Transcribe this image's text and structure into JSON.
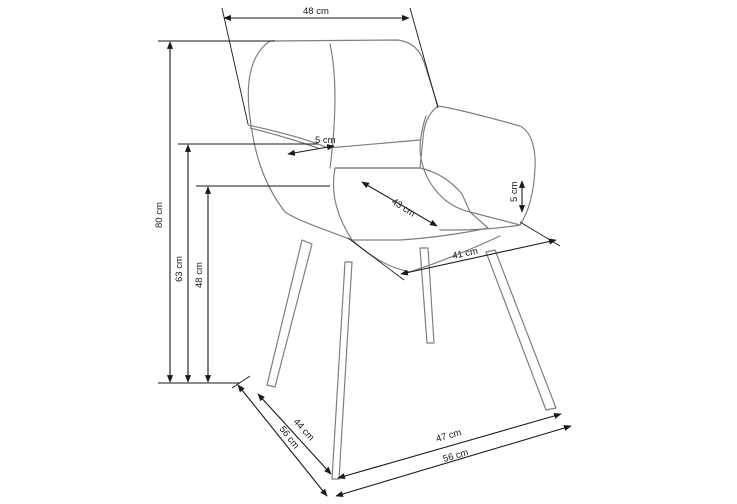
{
  "dimensions": {
    "top_width": "48 cm",
    "armrest_width": "5 cm",
    "seat_depth": "43 cm",
    "armrest_height_offset": "5 cm",
    "seat_width": "41 cm",
    "total_height": "80 cm",
    "armrest_height": "63 cm",
    "seat_height": "48 cm",
    "leg_depth": "44 cm",
    "total_depth": "56 cm",
    "leg_width": "47 cm",
    "total_width": "56 cm"
  },
  "colors": {
    "outline": "#7f7f7f",
    "dimension_line": "#1a1a1a"
  }
}
